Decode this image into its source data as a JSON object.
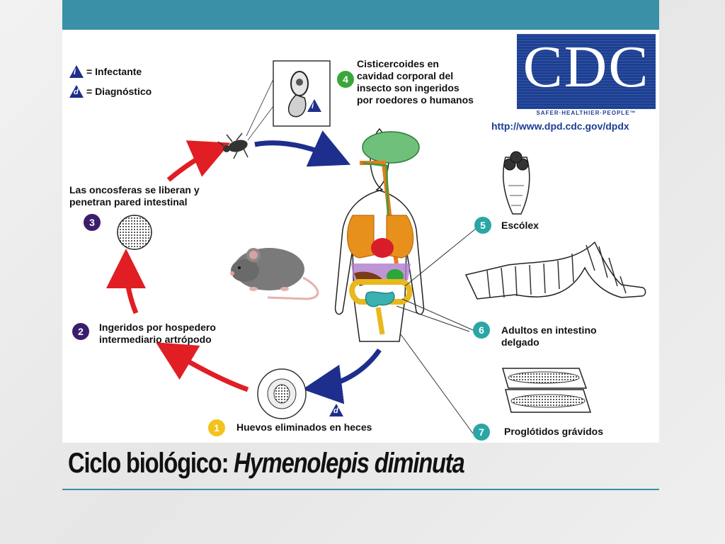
{
  "slide": {
    "title_plain": "Ciclo biológico: ",
    "title_italic": "Hymenolepis diminuta"
  },
  "colors": {
    "top_bar": "#3a90a6",
    "navy": "#1c2f8a",
    "cdc_blue": "#1c3f93",
    "arrow_red": "#e01e24",
    "arrow_blue": "#1e2e8c",
    "step1": "#f4c21c",
    "step2": "#3a1e6b",
    "step3": "#3a1e6b",
    "step4": "#3aa63a",
    "step5": "#2aa6a6",
    "step6": "#2aa6a6",
    "step7": "#2aa6a6"
  },
  "legend": {
    "infective_symbol": "i",
    "infective_label": "= Infectante",
    "diagnostic_symbol": "d",
    "diagnostic_label": "= Diagnóstico"
  },
  "logo": {
    "text": "CDC",
    "tagline": "SAFER·HEALTHIER·PEOPLE™",
    "url": "http://www.dpd.cdc.gov/dpdx"
  },
  "steps": [
    {
      "num": "1",
      "text": "Huevos eliminados en heces"
    },
    {
      "num": "2",
      "text": "Ingeridos por hospedero\nintermediario artrópodo"
    },
    {
      "num": "3",
      "text": "Las oncosferas se liberan y\npenetran pared intestinal"
    },
    {
      "num": "4",
      "text": "Cisticercoides en\ncavidad corporal del\ninsecto son ingeridos\npor roedores o humanos"
    },
    {
      "num": "5",
      "text": "Escólex"
    },
    {
      "num": "6",
      "text": "Adultos en intestino\ndelgado"
    },
    {
      "num": "7",
      "text": "Proglótidos grávidos"
    }
  ],
  "markers": {
    "stage4_symbol": "i",
    "stage1_symbol": "d"
  }
}
